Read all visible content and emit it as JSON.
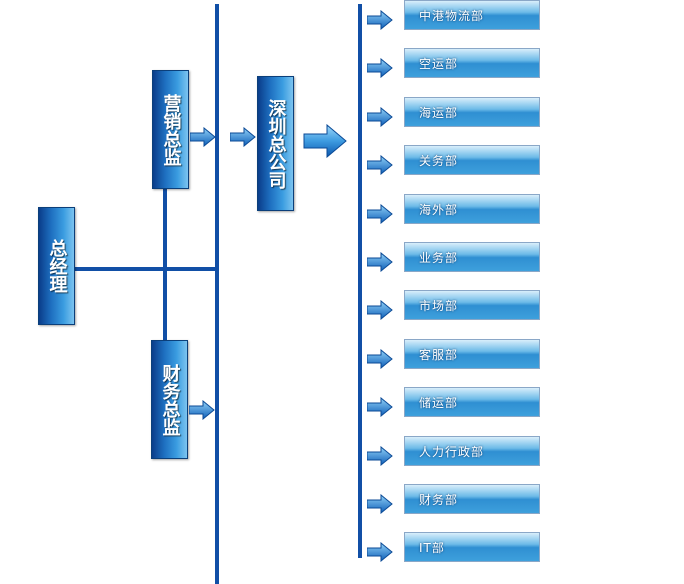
{
  "general_manager": "总经理",
  "marketing_director": "营销总监",
  "finance_director": "财务总监",
  "shenzhen_company": "深圳总公司",
  "departments": [
    "中港物流部",
    "空运部",
    "海运部",
    "关务部",
    "海外部",
    "业务部",
    "市场部",
    "客服部",
    "储运部",
    "人力行政部",
    "财务部",
    "IT部"
  ],
  "colors": {
    "line": "#114fa6",
    "box_dark": "#0a3d8a",
    "box_light": "#7cc4f0",
    "dept_light": "#d8eefb",
    "dept_dark": "#2f8fd2"
  }
}
